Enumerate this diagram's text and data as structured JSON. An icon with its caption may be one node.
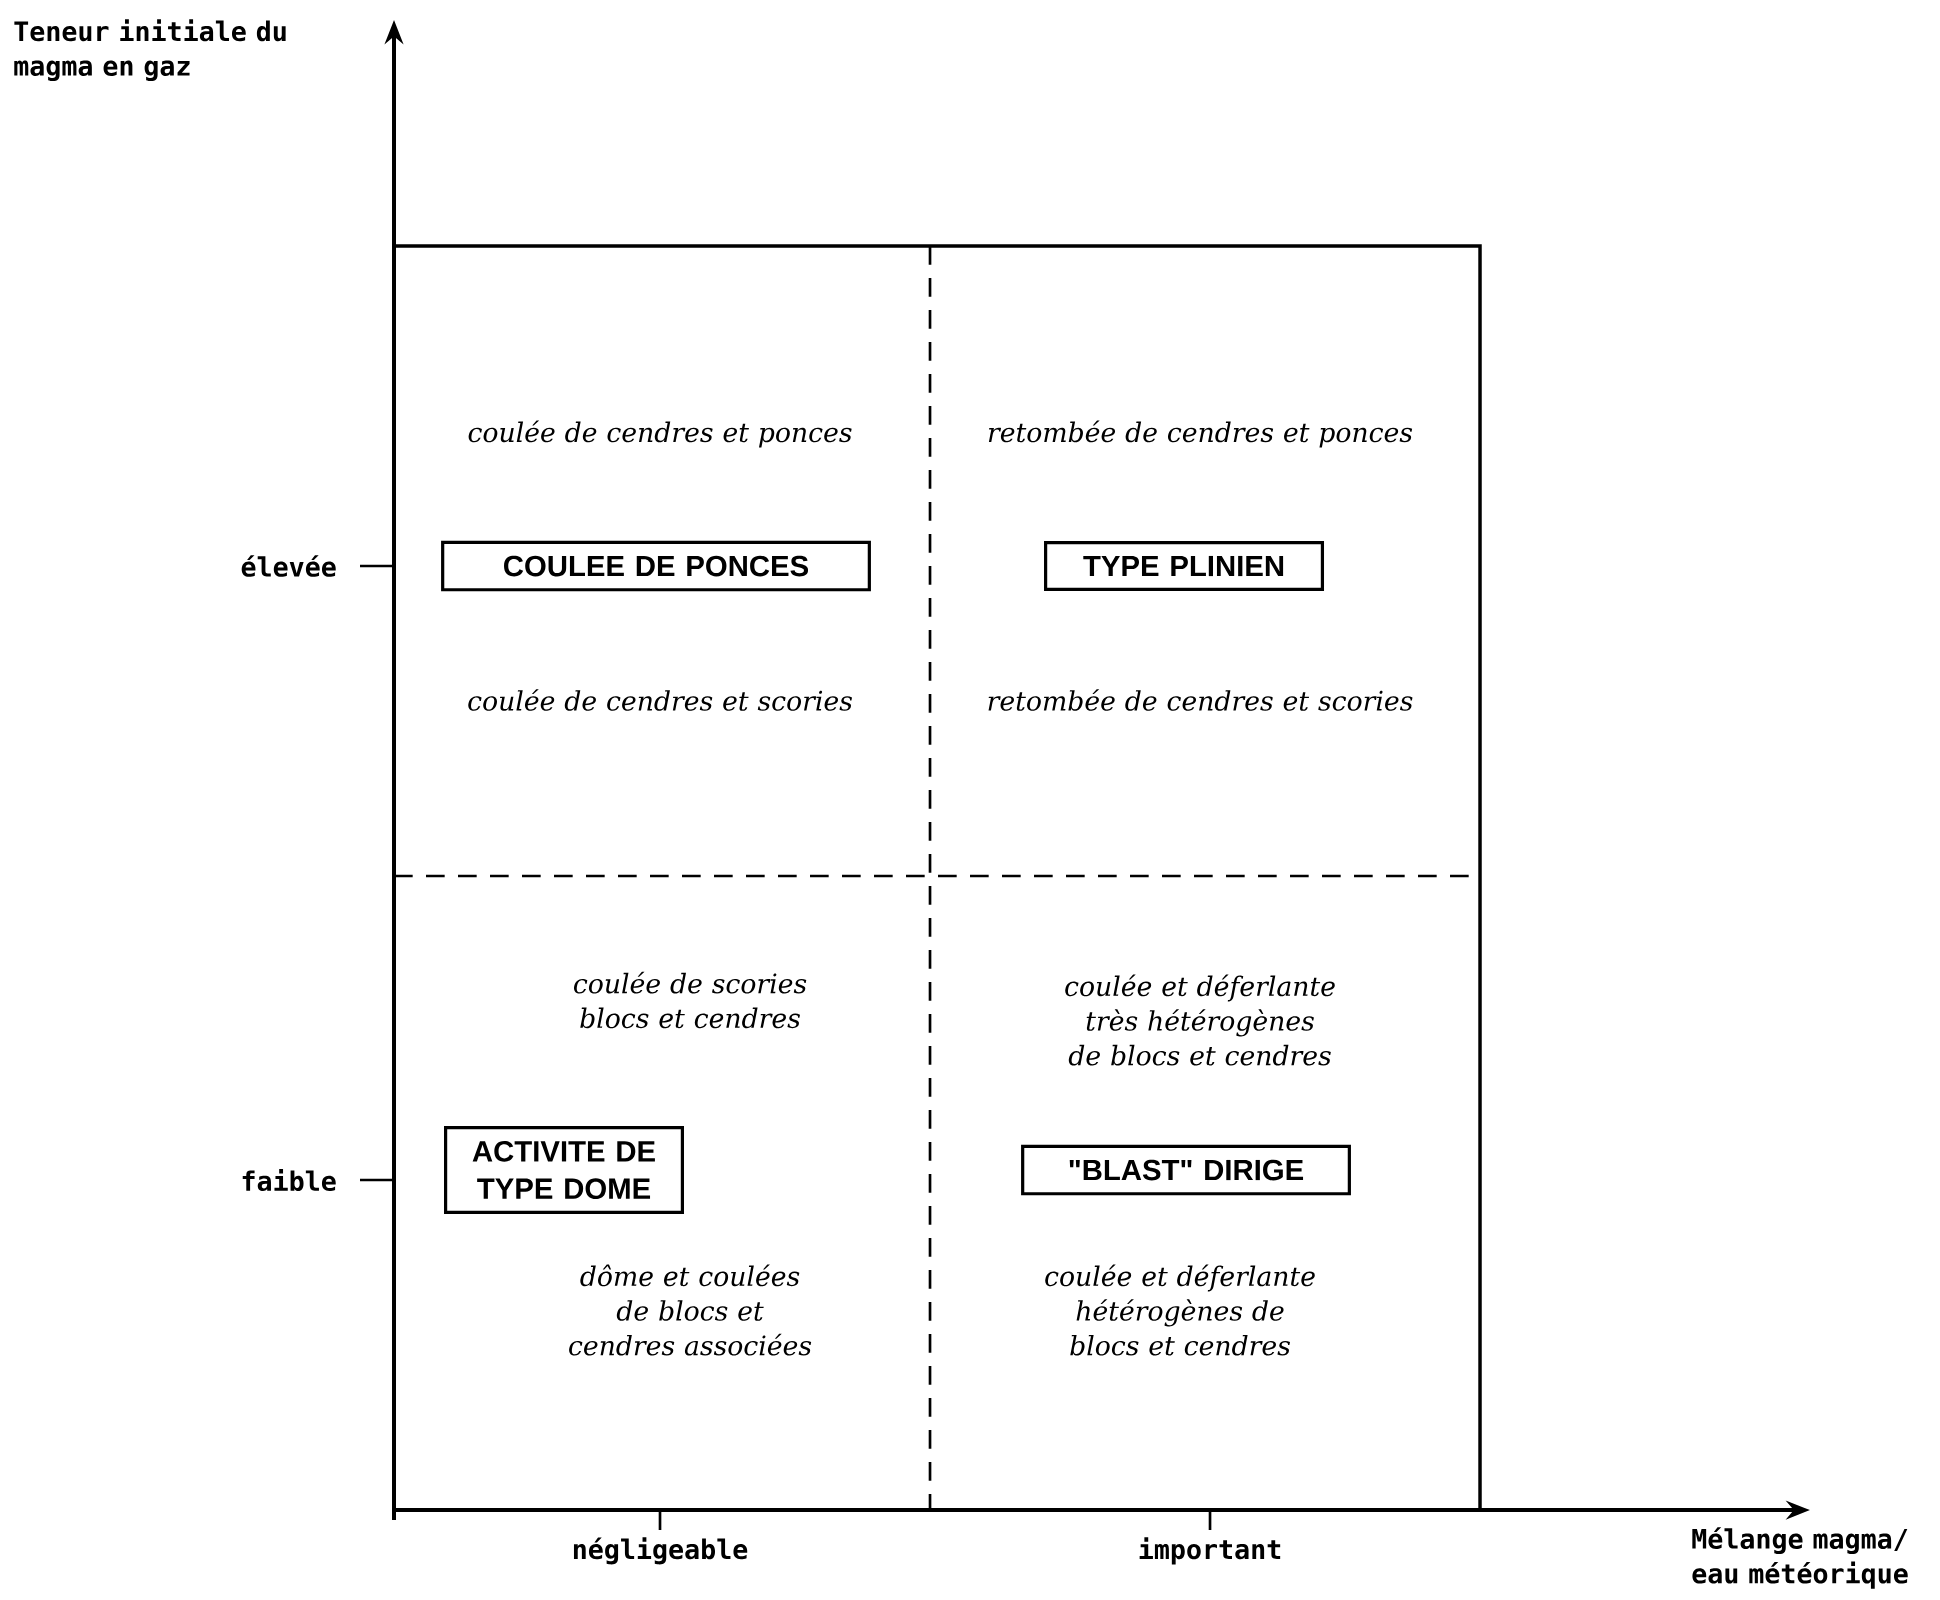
{
  "diagram": {
    "nodes": [
      {
        "text": [
          "COULEE DE PONCES"
        ]
      },
      {
        "text": [
          "TYPE PLINIEN"
        ]
      },
      {
        "text": [
          "ACTIVITE DE TYPE DOME"
        ]
      },
      {
        "text": [
          "\"BLAST\" DIRIGE"
        ]
      }
    ],
    "labels": [
      "Teneur initiale du magma en gaz",
      "coulée de cendres et ponces",
      "retombée de cendres et ponces",
      "élevée",
      "coulée de cendres et scories",
      "retombée de cendres et scories",
      "coulée de scories blocs et cendres",
      "coulée et déferlante très hétérogènes de blocs et cendres",
      "faible",
      "dôme et coulées de blocs et cendres associées",
      "coulée et déferlante hétérogènes de blocs et cendres",
      "négligeable",
      "important",
      "Mélange magma/ eau météorique"
    ]
  }
}
